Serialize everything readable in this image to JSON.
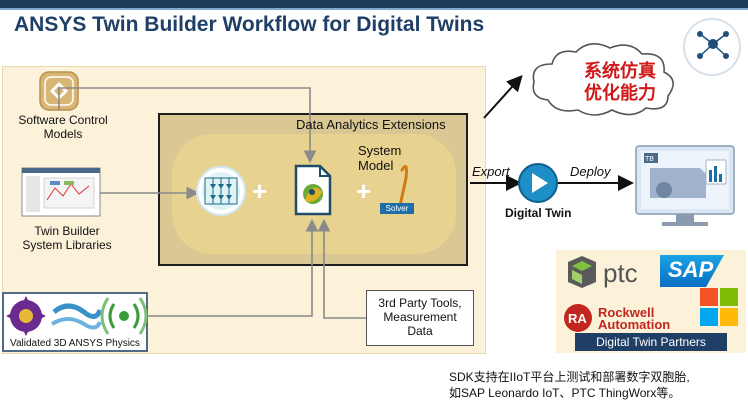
{
  "title": "ANSYS Twin Builder Workflow for Digital Twins",
  "nodes": {
    "software_control_models": "Software Control\nModels",
    "twin_builder_system_libraries": "Twin Builder\nSystem Libraries",
    "data_analytics_extensions": "Data Analytics Extensions",
    "system_model": "System\nModel",
    "solver": "Solver",
    "validated_physics": "Validated 3D ANSYS Physics",
    "third_party_tools": "3rd Party Tools,\nMeasurement\nData",
    "digital_twin": "Digital Twin",
    "plus": "+",
    "tb_badge": "TB"
  },
  "edges": {
    "export": "Export",
    "deploy": "Deploy"
  },
  "cloud": {
    "line1": "系统仿真",
    "line2": "优化能力"
  },
  "partners": {
    "ptc": "ptc",
    "sap": "SAP",
    "ra": "RA",
    "rockwell_line1": "Rockwell",
    "rockwell_line2": "Automation",
    "label": "Digital Twin Partners"
  },
  "footnote": {
    "line1": "SDK支持在IIoT平台上测试和部署数字双胞胎,",
    "line2": "如SAP Leonardo IoT、PTC ThingWorx等。"
  },
  "colors": {
    "title": "#1f3f67",
    "panel_bg": "#fbf2d9",
    "dae_box": "#d9c894",
    "cloud_text": "#d01818",
    "digital_twin_blue": "#1e8fc6",
    "partners_bar": "#1f3f67"
  }
}
